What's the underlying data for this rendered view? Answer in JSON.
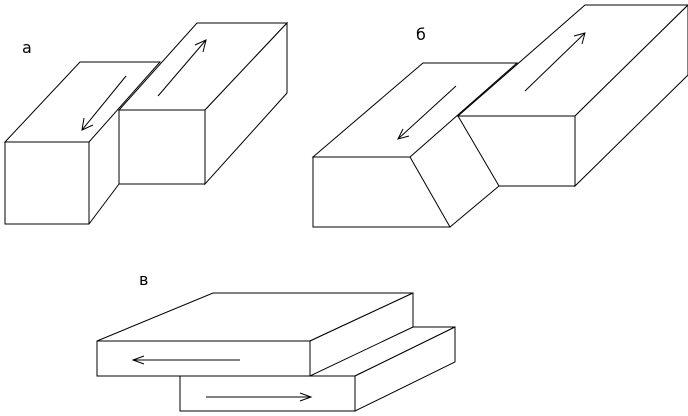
{
  "labels": {
    "a": "а",
    "b": "б",
    "c": "в"
  },
  "colors": {
    "stroke": "#000000",
    "background": "#ffffff"
  }
}
